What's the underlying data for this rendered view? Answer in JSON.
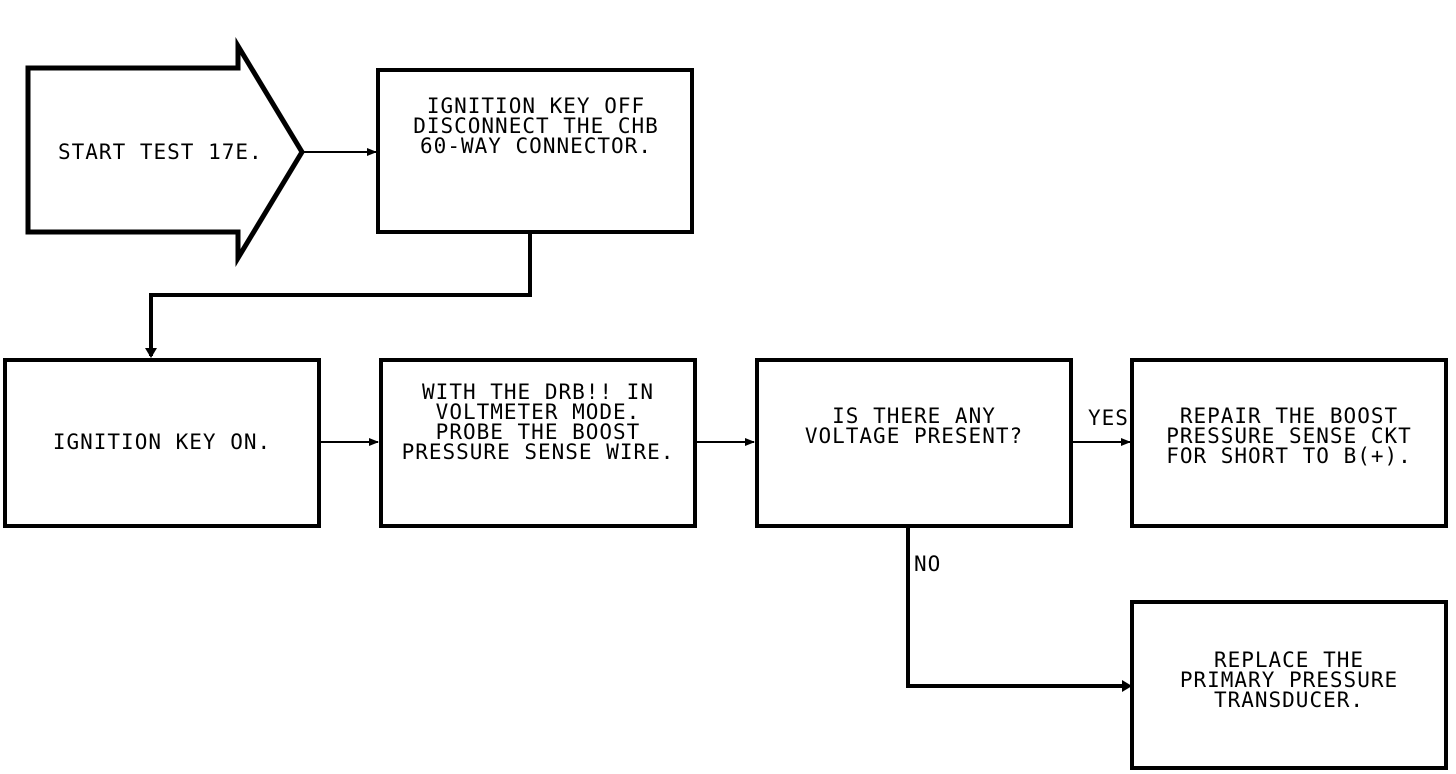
{
  "nodes": {
    "start": {
      "text": "START TEST 17E."
    },
    "step1": {
      "text": "IGNITION KEY OFF\nDISCONNECT THE CHB\n60-WAY CONNECTOR."
    },
    "step2": {
      "text": "IGNITION KEY ON."
    },
    "step3": {
      "text": "WITH THE DRB!! IN\nVOLTMETER MODE.\nPROBE THE BOOST\nPRESSURE SENSE WIRE."
    },
    "decision": {
      "text": "IS THERE ANY\nVOLTAGE PRESENT?"
    },
    "yes_action": {
      "text": "REPAIR THE BOOST\nPRESSURE SENSE CKT\nFOR SHORT TO B(+)."
    },
    "no_action": {
      "text": "REPLACE THE\nPRIMARY PRESSURE\nTRANSDUCER."
    }
  },
  "edges": {
    "yes_label": "YES",
    "no_label": "NO"
  },
  "colors": {
    "line": "#000000",
    "background": "#ffffff"
  }
}
